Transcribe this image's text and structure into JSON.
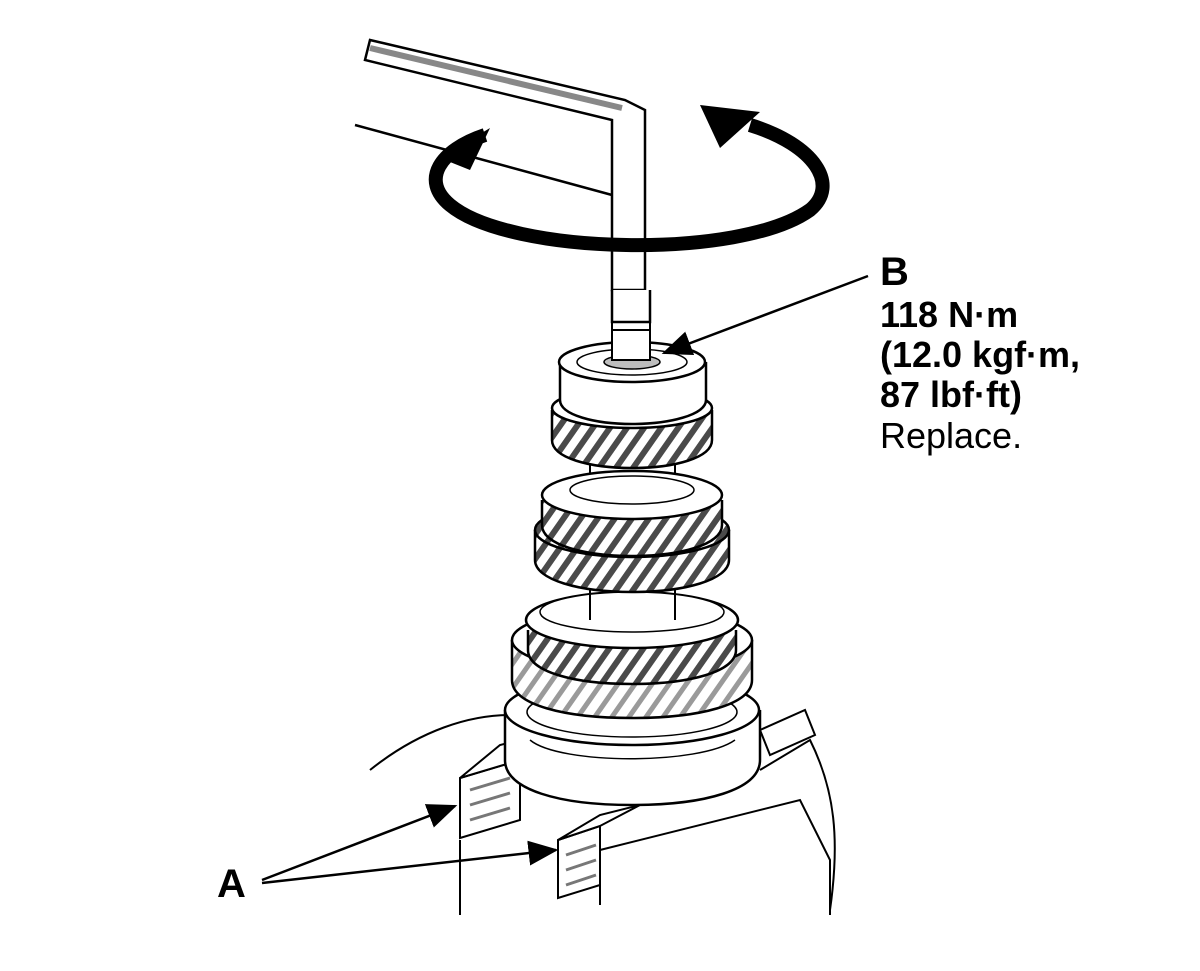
{
  "callouts": {
    "a": {
      "key": "A"
    },
    "b": {
      "key": "B",
      "torque_nm": "118 N·m",
      "torque_kgf": "(12.0 kgf·m,",
      "torque_lbf": "87 lbf·ft)",
      "note": "Replace."
    }
  },
  "colors": {
    "ink": "#000000",
    "paper": "#ffffff",
    "shade": "#bdbdbd"
  },
  "icons": [
    "rotation-arrow-icon",
    "leader-arrow-icon"
  ]
}
